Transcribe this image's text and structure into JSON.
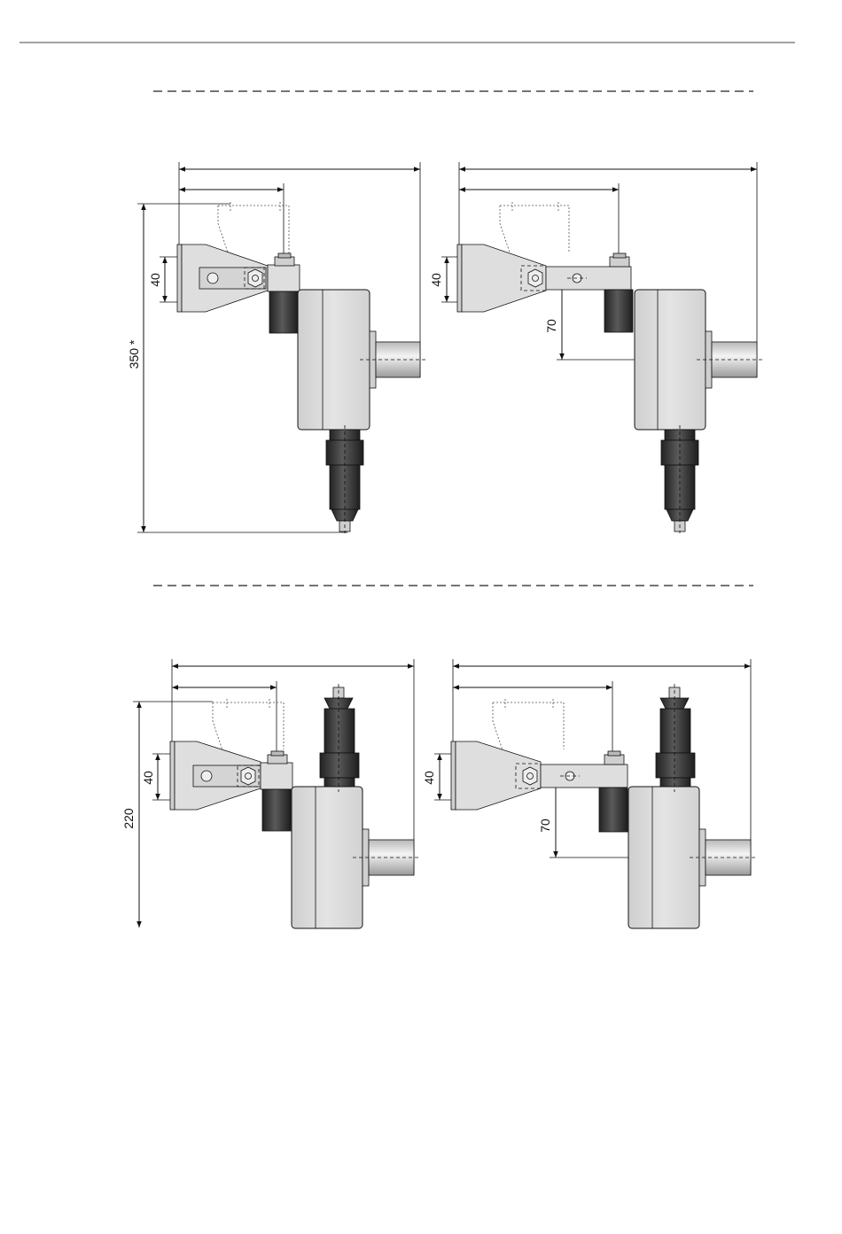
{
  "colors": {
    "body_grey": "#dcdcdc",
    "dark_part": "#3a3a3a",
    "line": "#111111",
    "shaft": "#e6e6e6"
  },
  "drawings": [
    {
      "id": "top-left",
      "dim_height": "40",
      "dim_total": "350 *",
      "dim_offset": ""
    },
    {
      "id": "top-right",
      "dim_height": "40",
      "dim_total": "",
      "dim_offset": "70"
    },
    {
      "id": "bottom-left",
      "dim_height": "40",
      "dim_total": "220",
      "dim_offset": ""
    },
    {
      "id": "bottom-right",
      "dim_height": "40",
      "dim_total": "",
      "dim_offset": "70"
    }
  ]
}
